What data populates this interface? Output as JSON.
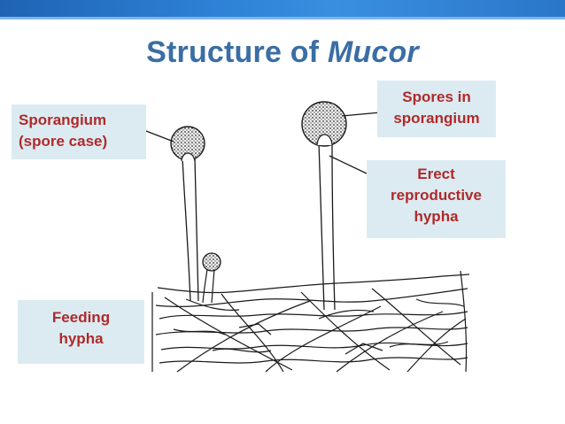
{
  "title": {
    "main": "Structure of ",
    "italic": "Mucor"
  },
  "labels": {
    "sporangium": {
      "line1": "Sporangium",
      "line2": "(spore case)"
    },
    "spores": {
      "line1": "Spores in",
      "line2": "sporangium"
    },
    "erect": {
      "line1": "Erect",
      "line2": "reproductive",
      "line3": "hypha"
    },
    "feeding": {
      "line1": "Feeding",
      "line2": "hypha"
    }
  },
  "colors": {
    "title": "#3a6ea5",
    "label_text": "#b02a2a",
    "label_bg": "#dcebf2",
    "banner": "#2c7fd4"
  }
}
